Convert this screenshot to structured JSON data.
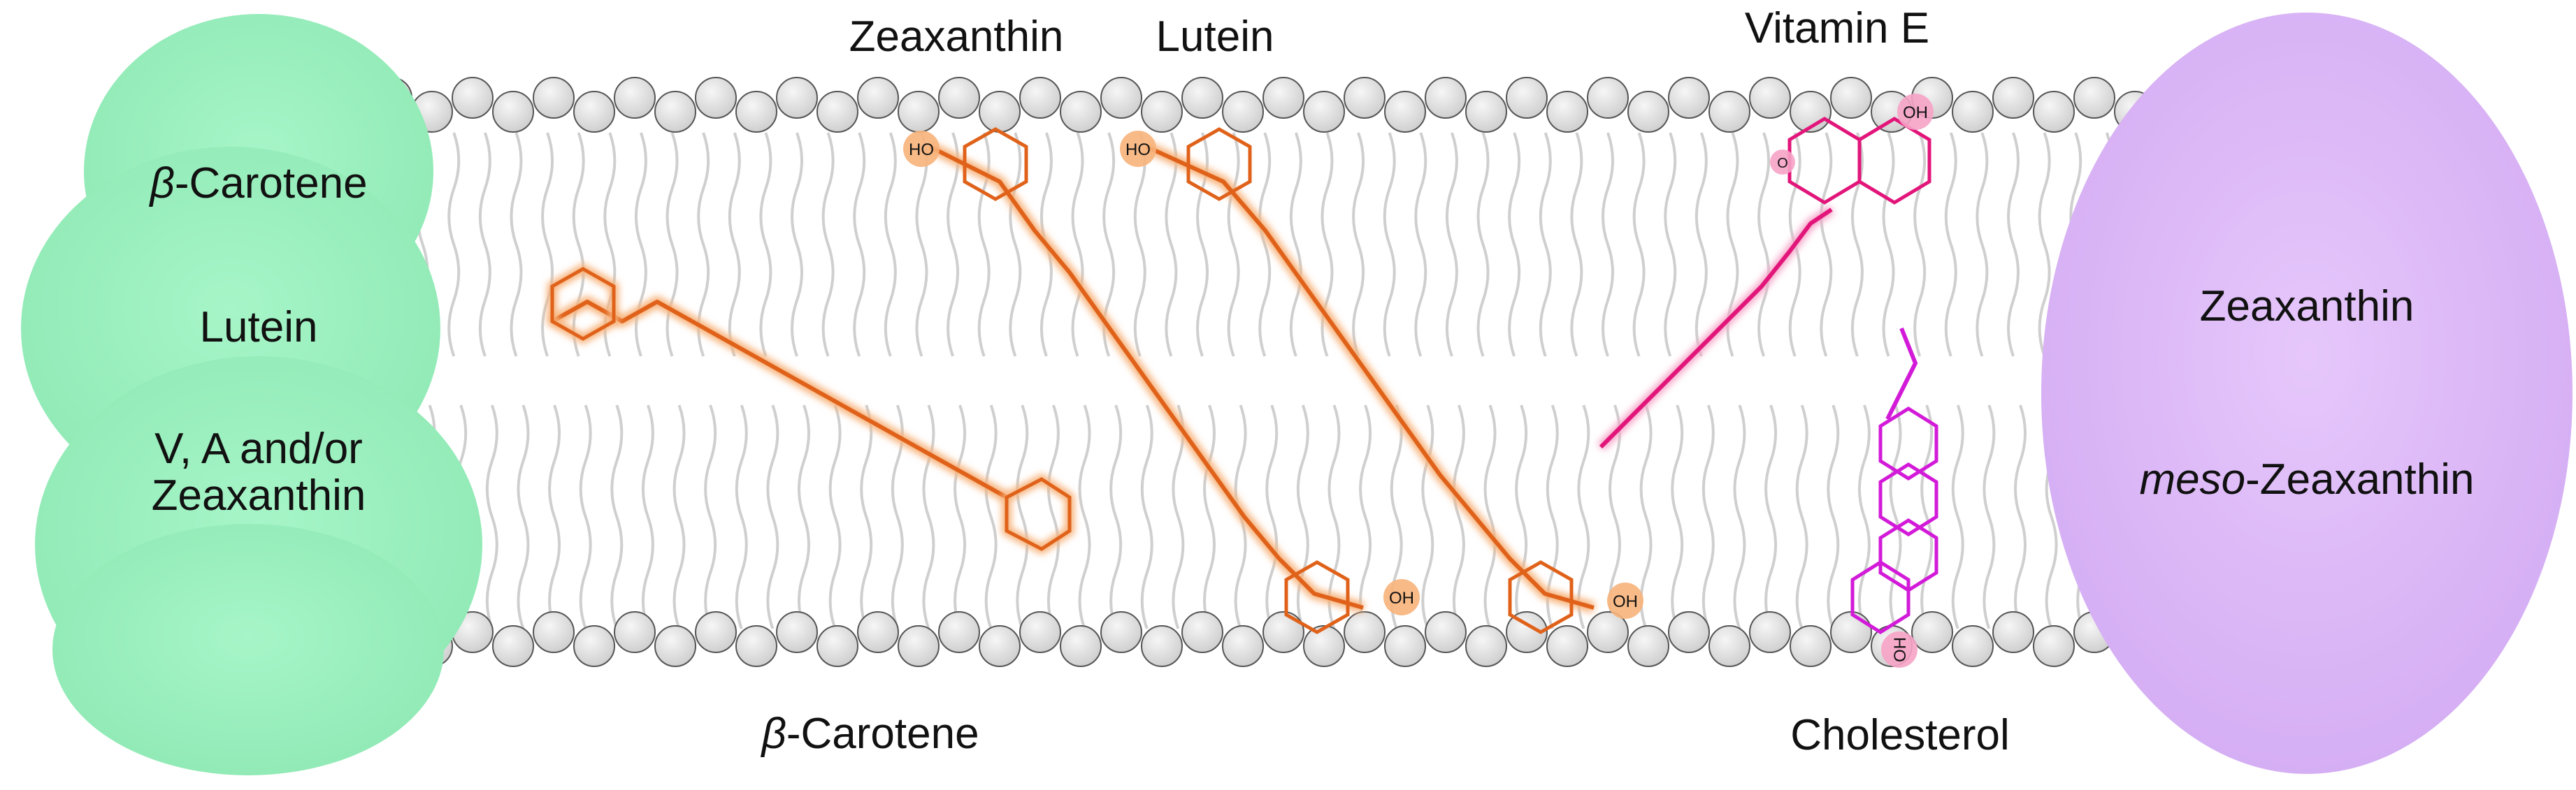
{
  "labels": {
    "top_zeaxanthin": "Zeaxanthin",
    "top_lutein": "Lutein",
    "top_vitamin_e": "Vitamin E",
    "bottom_beta_prefix": "β",
    "bottom_beta_rest": "-Carotene",
    "bottom_cholesterol": "Cholesterol"
  },
  "left_protein": {
    "line1_prefix": "β",
    "line1_rest": "-Carotene",
    "line2": "Lutein",
    "line3": "V, A and/or Zeaxanthin"
  },
  "right_protein": {
    "line1": "Zeaxanthin",
    "line2_prefix": "meso",
    "line2_rest": "-Zeaxanthin"
  },
  "hydroxyl_tags": {
    "ho": "HO",
    "oh": "OH",
    "o": "O"
  },
  "colors": {
    "left_protein": "#9ef0c0",
    "right_protein": "#dcb6f6",
    "lipid_head": "#e3e3e3",
    "lipid_head_stroke": "#555555",
    "lipid_tail": "#cfcfcf",
    "carotenoid": "#e0621a",
    "carotenoid_glow": "#f7b27a",
    "vitamin_e": "#e2157a",
    "cholesterol": "#d21ad8",
    "oh_glow": "#f6a3c7"
  }
}
